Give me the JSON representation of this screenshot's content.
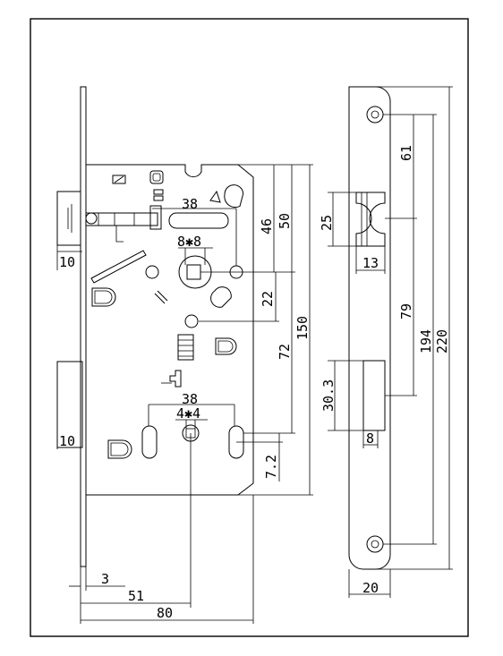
{
  "dimensions": {
    "front_width": "3",
    "backset": "51",
    "case_depth": "80",
    "latch_tongue": "10",
    "bolt_tongue": "10",
    "top_centers": "38",
    "spindle_square": "8✱8",
    "bottom_centers": "38",
    "bottom_square": "4✱4",
    "latch_to_spindle": "46",
    "top_to_spindle": "50",
    "spindle_to_hole": "22",
    "spindle_to_cylinder": "72",
    "case_height": "150",
    "cylinder_offset": "7.2",
    "strike_latch_height": "25",
    "strike_latch_width": "13",
    "strike_bolt_height": "30.3",
    "strike_bolt_width": "8",
    "strike_top_offset": "61",
    "strike_gap": "79",
    "screw_centers": "194",
    "plate_length": "220",
    "plate_width": "20"
  }
}
